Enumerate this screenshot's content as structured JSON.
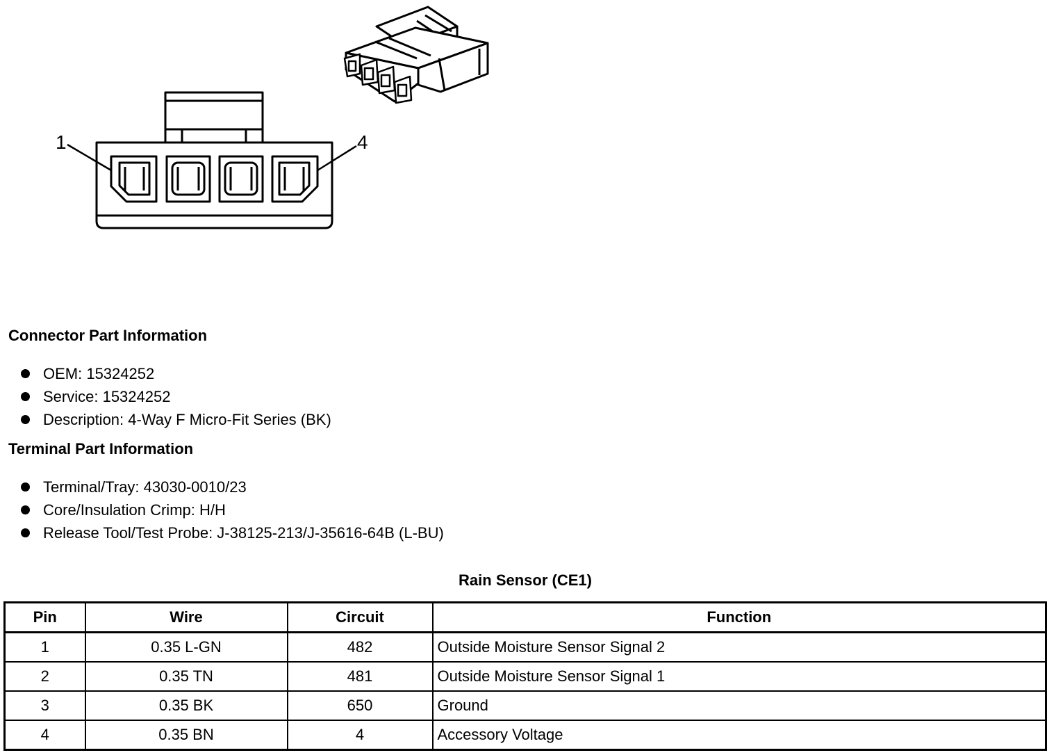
{
  "diagram": {
    "pin_label_left": "1",
    "pin_label_right": "4"
  },
  "connector_section": {
    "heading": "Connector Part Information",
    "items": [
      "OEM: 15324252",
      "Service: 15324252",
      "Description: 4-Way F Micro-Fit Series (BK)"
    ]
  },
  "terminal_section": {
    "heading": "Terminal Part Information",
    "items": [
      "Terminal/Tray: 43030-0010/23",
      "Core/Insulation Crimp: H/H",
      "Release Tool/Test Probe: J-38125-213/J-35616-64B (L-BU)"
    ]
  },
  "table": {
    "title": "Rain Sensor (CE1)",
    "headers": {
      "pin": "Pin",
      "wire": "Wire",
      "circuit": "Circuit",
      "function": "Function"
    },
    "rows": [
      {
        "pin": "1",
        "wire": "0.35 L-GN",
        "circuit": "482",
        "function": "Outside Moisture Sensor Signal 2"
      },
      {
        "pin": "2",
        "wire": "0.35 TN",
        "circuit": "481",
        "function": "Outside Moisture Sensor Signal 1"
      },
      {
        "pin": "3",
        "wire": "0.35 BK",
        "circuit": "650",
        "function": "Ground"
      },
      {
        "pin": "4",
        "wire": "0.35 BN",
        "circuit": "4",
        "function": "Accessory Voltage"
      }
    ]
  }
}
